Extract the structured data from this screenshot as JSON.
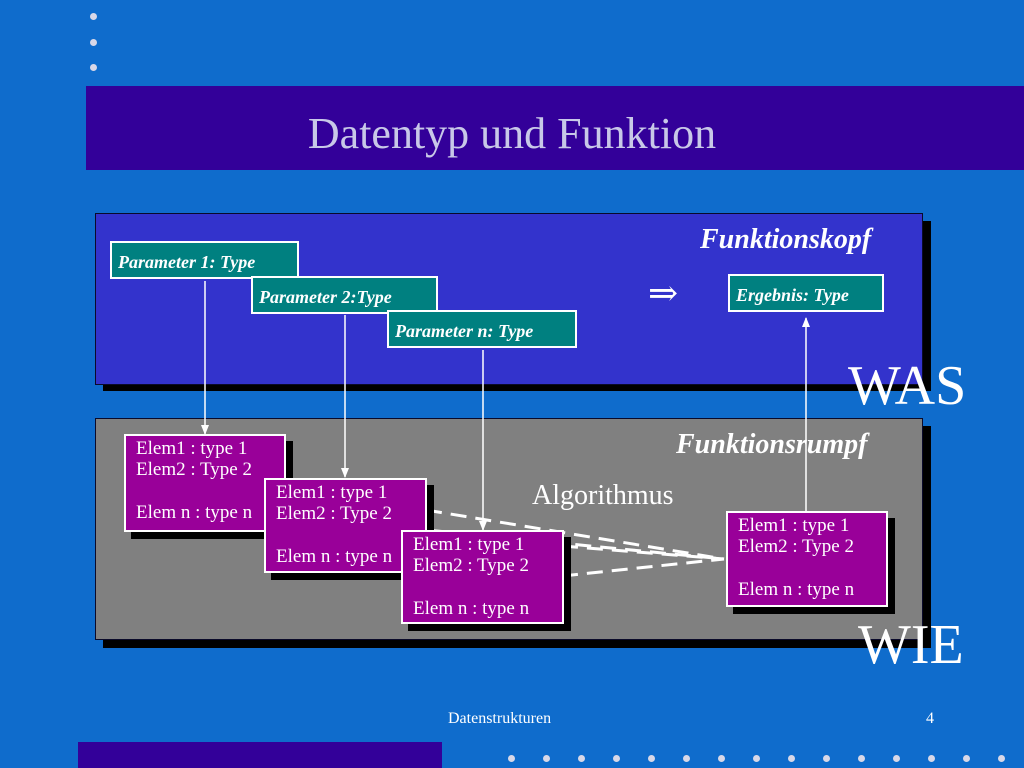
{
  "slide": {
    "title": "Datentyp und  Funktion",
    "footer_text": "Datenstrukturen",
    "page_number": "4"
  },
  "kopf": {
    "label": "Funktionskopf",
    "param1": "Parameter 1: Type",
    "param2": "Parameter 2:Type",
    "paramn": "Parameter n: Type",
    "implies": "⇒",
    "result": "Ergebnis: Type",
    "was": "WAS"
  },
  "rumpf": {
    "label": "Funktionsrumpf",
    "algo": "Algorithmus",
    "wie": "WIE",
    "box1": {
      "l1": "Elem1 : type 1",
      "l2": "Elem2 : Type 2",
      "l3": "Elem n : type n"
    },
    "box2": {
      "l1": "Elem1 : type 1",
      "l2": "Elem2 : Type 2",
      "l3": "Elem n : type n"
    },
    "box3": {
      "l1": "Elem1 : type 1",
      "l2": "Elem2 : Type 2",
      "l3": "Elem n : type n"
    },
    "box4": {
      "l1": "Elem1 : type 1",
      "l2": "Elem2 : Type 2",
      "l3": "Elem n : type n"
    }
  },
  "colors": {
    "background": "#0f6ccc",
    "title_band": "#330099",
    "kopf_panel": "#3333cc",
    "rumpf_panel": "#808080",
    "param_box": "#008080",
    "elem_box": "#990099"
  }
}
